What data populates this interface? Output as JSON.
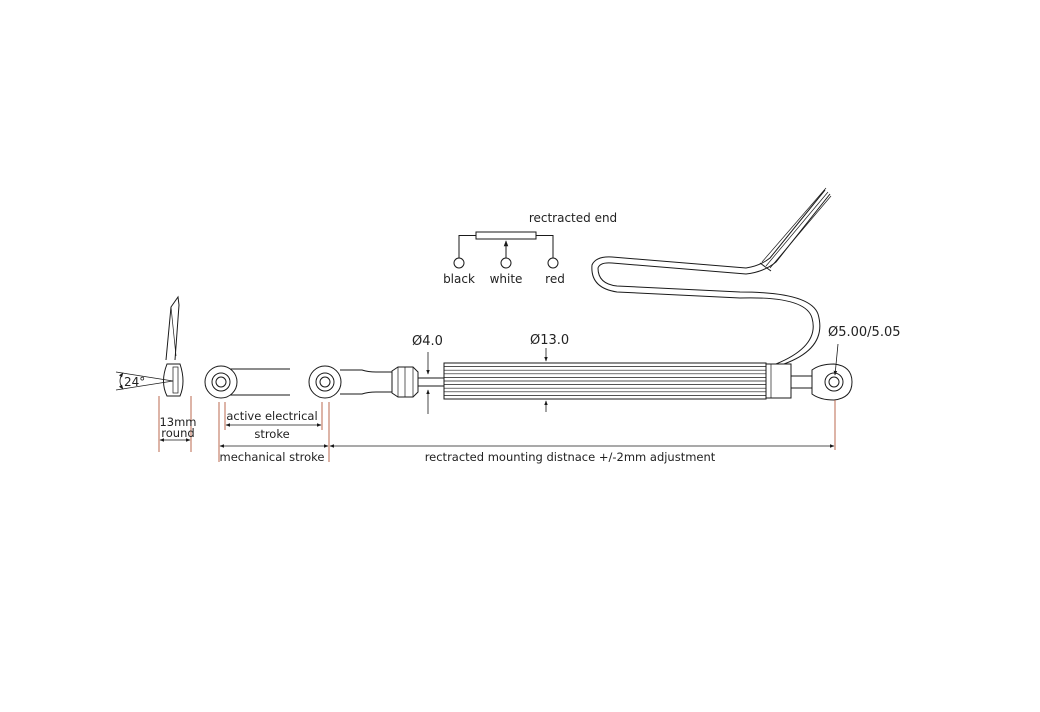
{
  "wiring": {
    "title": "rectracted end",
    "wires": [
      "black",
      "white",
      "red"
    ]
  },
  "dimensions": {
    "angle": "24°",
    "rod_end_width_line1": "13mm",
    "rod_end_width_line2": "round",
    "active_stroke_line1": "active electrical",
    "active_stroke_line2": "stroke",
    "mechanical_stroke": "mechanical stroke",
    "shaft_diameter": "Ø4.0",
    "body_diameter": "Ø13.0",
    "eye_diameter": "Ø5.00/5.05",
    "mounting_distance": "rectracted mounting distnace +/-2mm adjustment"
  }
}
